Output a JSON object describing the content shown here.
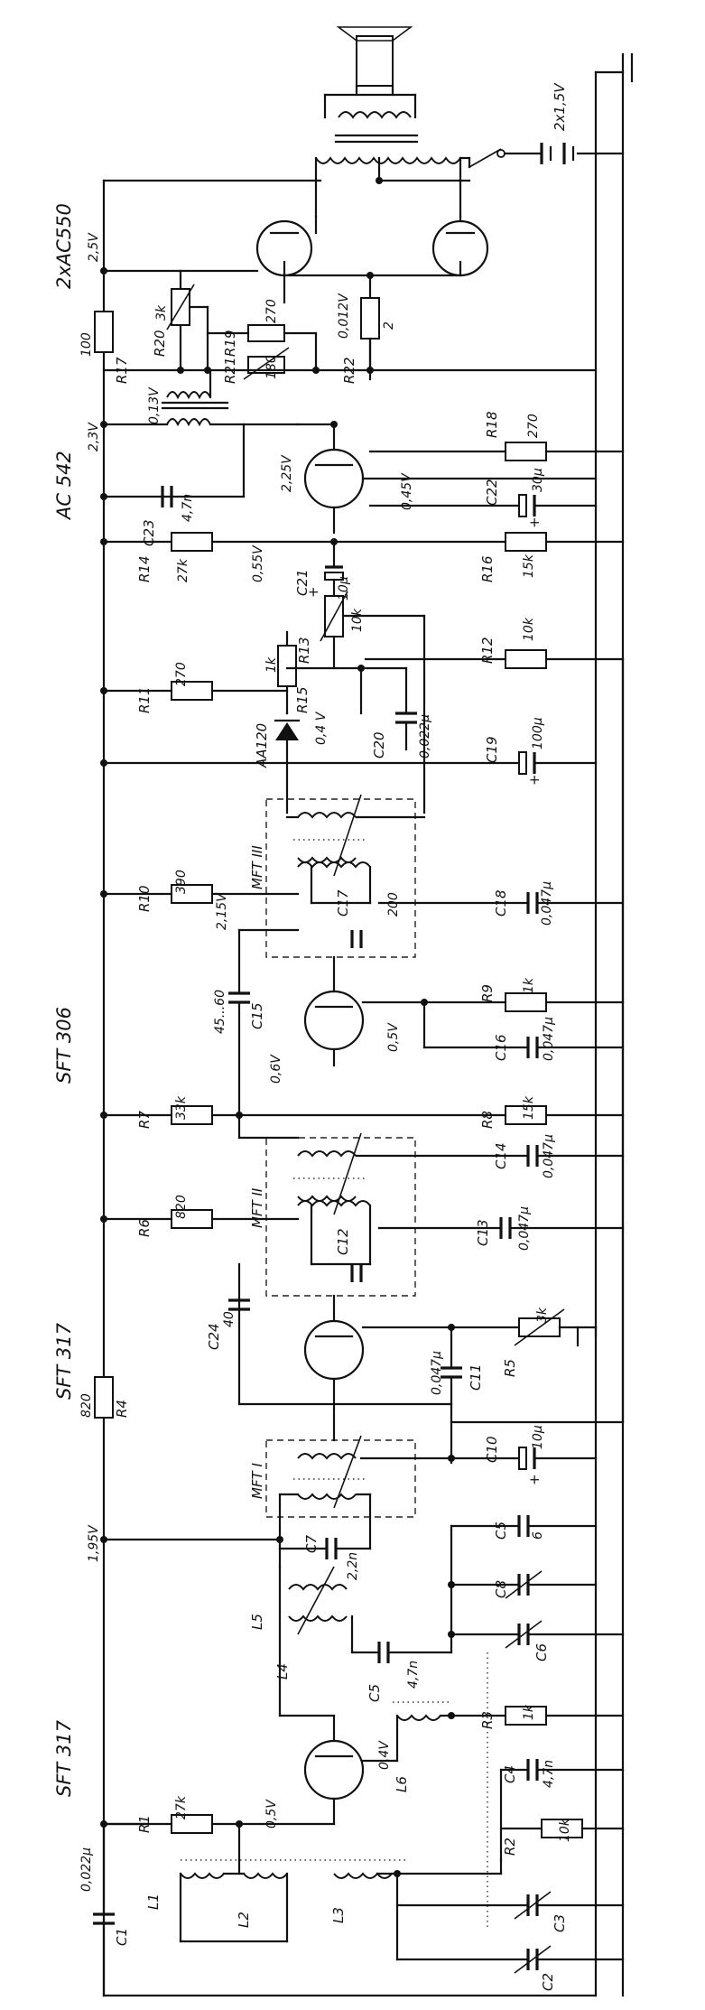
{
  "transistors": {
    "sft317_a": "SFT 317",
    "sft317_b": "SFT 317",
    "sft306": "SFT 306",
    "ac542": "AC 542",
    "ac550": "2xAC550",
    "diode": "AA120"
  },
  "battery": "2x1,5V",
  "resistors": {
    "r1": {
      "name": "R1",
      "value": "27k"
    },
    "r2": {
      "name": "R2",
      "value": "10k"
    },
    "r3": {
      "name": "R3",
      "value": "1k"
    },
    "r4": {
      "name": "R4",
      "value": "820"
    },
    "r5": {
      "name": "R5",
      "value": "3k"
    },
    "r6": {
      "name": "R6",
      "value": "820"
    },
    "r7": {
      "name": "R7",
      "value": "33k"
    },
    "r8": {
      "name": "R8",
      "value": "15k"
    },
    "r9": {
      "name": "R9",
      "value": "1k"
    },
    "r10": {
      "name": "R10",
      "value": "390"
    },
    "r11": {
      "name": "R11",
      "value": "270"
    },
    "r12": {
      "name": "R12",
      "value": "10k"
    },
    "r13": {
      "name": "R13",
      "value": "10k"
    },
    "r14": {
      "name": "R14",
      "value": "27k"
    },
    "r15": {
      "name": "R15",
      "value": "1k"
    },
    "r16": {
      "name": "R16",
      "value": "15k"
    },
    "r17": {
      "name": "R17",
      "value": "100"
    },
    "r18": {
      "name": "R18",
      "value": "270"
    },
    "r19": {
      "name": "R19",
      "value": "270"
    },
    "r20": {
      "name": "R20",
      "value": "3k"
    },
    "r21": {
      "name": "R21",
      "value": "180"
    },
    "r22": {
      "name": "R22",
      "value": "2"
    }
  },
  "capacitors": {
    "c1": {
      "name": "C1",
      "value": "0,022μ"
    },
    "c2": {
      "name": "C2"
    },
    "c3": {
      "name": "C3"
    },
    "c4": {
      "name": "C4",
      "value": "4,7n"
    },
    "c5a": {
      "name": "C5",
      "value": "4,7n"
    },
    "c5b": {
      "name": "C5",
      "value": "6"
    },
    "c6": {
      "name": "C6"
    },
    "c7": {
      "name": "C7",
      "value": "2,2n"
    },
    "c8": {
      "name": "C8"
    },
    "c10": {
      "name": "C10",
      "value": "10μ"
    },
    "c11": {
      "name": "C11",
      "value": "0,047μ"
    },
    "c12": {
      "name": "C12"
    },
    "c13": {
      "name": "C13",
      "value": "0,047μ"
    },
    "c14": {
      "name": "C14",
      "value": "0,047μ"
    },
    "c15": {
      "name": "C15",
      "value": "45...60"
    },
    "c16": {
      "name": "C16",
      "value": "0,047μ"
    },
    "c17": {
      "name": "C17",
      "value": "200"
    },
    "c18": {
      "name": "C18",
      "value": "0,047μ"
    },
    "c19": {
      "name": "C19",
      "value": "100μ"
    },
    "c20": {
      "name": "C20",
      "value": "0,022μ"
    },
    "c21": {
      "name": "C21",
      "value": "10μ"
    },
    "c22": {
      "name": "C22",
      "value": "30μ"
    },
    "c23": {
      "name": "C23",
      "value": "4,7n"
    },
    "c24": {
      "name": "C24",
      "value": "40"
    }
  },
  "inductors": {
    "l1": "L1",
    "l2": "L2",
    "l3": "L3",
    "l4": "L4",
    "l5": "L5",
    "l6": "L6",
    "mft1": "MFT I",
    "mft2": "MFT II",
    "mft3": "MFT III"
  },
  "voltages": {
    "v_195": "1,95V",
    "v_05_a": "0,5V",
    "v_04": "0,4V",
    "v_06": "0,6V",
    "v_05_b": "0,5V",
    "v_215": "2,15V",
    "v_04_d": "0,4 V",
    "v_055": "0,55V",
    "v_23": "2,3V",
    "v_225": "2,25V",
    "v_045": "0,45V",
    "v_013": "0,13V",
    "v_25": "2,5V",
    "v_0012": "0,012V"
  },
  "polarity": {
    "plus": "+"
  }
}
